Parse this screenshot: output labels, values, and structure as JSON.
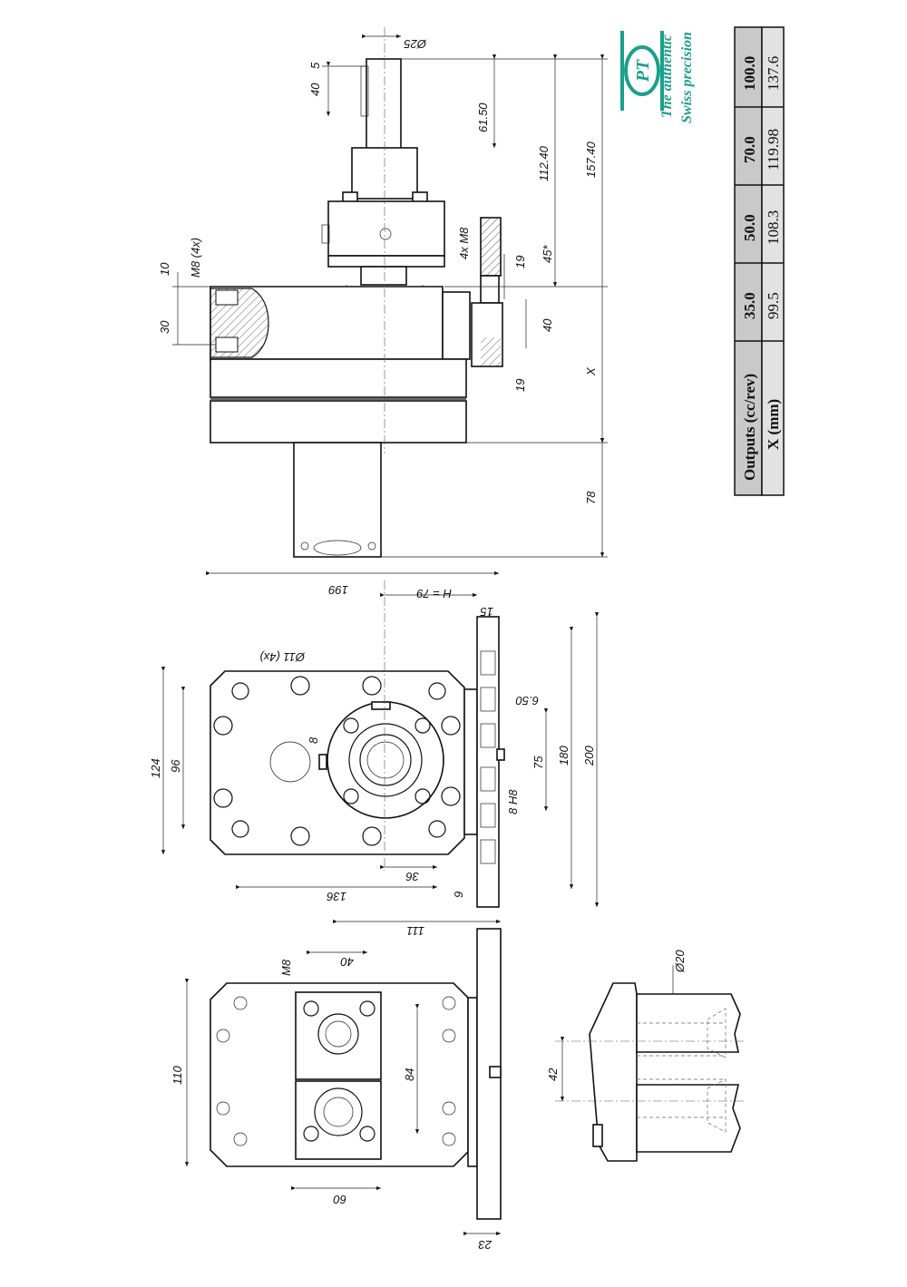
{
  "brand": {
    "logo_letters": "PT",
    "line1": "The authentic",
    "line2": "Swiss precision",
    "color": "#1aa08a"
  },
  "table": {
    "header_label": "Outputs (cc/rev)",
    "row_label": "X (mm)",
    "columns": [
      {
        "output": "35.0",
        "x": "99.5"
      },
      {
        "output": "50.0",
        "x": "108.3"
      },
      {
        "output": "70.0",
        "x": "119.98"
      },
      {
        "output": "100.0",
        "x": "137.6"
      }
    ],
    "header_fill": "#c9c9c9",
    "row_fill": "#e2e2e2"
  },
  "dims": {
    "top": {
      "d25": "Ø25",
      "d5": "5",
      "d40": "40",
      "d61_50": "61.50",
      "d112_40": "112.40",
      "d157_40": "157.40",
      "m8_4x": "M8 (4x)",
      "m8_4x_b": "4x M8",
      "d10": "10",
      "d30": "30",
      "d45": "45*",
      "d19a": "19",
      "d40b": "40",
      "d19b": "19",
      "x": "X",
      "d78": "78"
    },
    "middle": {
      "d199": "199",
      "h79": "H = 79",
      "d15": "15",
      "d11_4x": "Ø11 (4x)",
      "d124": "124",
      "d96": "96",
      "d8": "8",
      "d6_50": "6.50",
      "d180": "180",
      "d200": "200",
      "d75": "75",
      "d8h8": "8 H8",
      "d36": "36",
      "d136": "136",
      "d9": "9"
    },
    "bottom": {
      "d111": "111",
      "m8": "M8",
      "d40": "40",
      "d110": "110",
      "d84": "84",
      "d60": "60",
      "d23": "23",
      "d20": "Ø20",
      "d42": "42"
    }
  }
}
